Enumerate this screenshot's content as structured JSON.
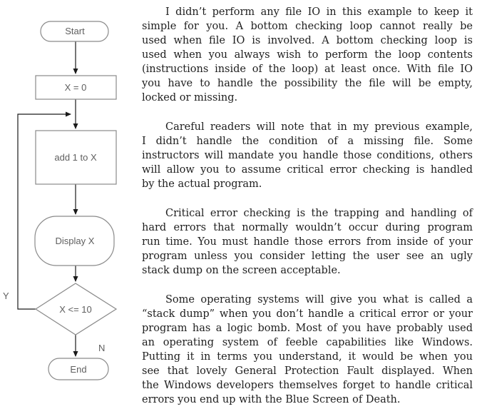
{
  "flowchart": {
    "nodes": [
      {
        "id": "start",
        "type": "terminator",
        "label": "Start"
      },
      {
        "id": "init",
        "type": "process",
        "label": "X = 0"
      },
      {
        "id": "add",
        "type": "process",
        "label": "add 1 to X"
      },
      {
        "id": "display",
        "type": "display",
        "label": "Display X"
      },
      {
        "id": "decision",
        "type": "decision",
        "label": "X <= 10"
      },
      {
        "id": "end",
        "type": "terminator",
        "label": "End"
      }
    ],
    "branch_labels": {
      "yes": "Y",
      "no": "N"
    },
    "colors": {
      "shape_border": "#8a8a8a",
      "shape_fill": "#ffffff",
      "shape_label": "#5f5f5f",
      "connector": "#1a1a1a"
    }
  },
  "article": {
    "text_color": "#1e1e1e",
    "paragraphs": [
      {
        "lines": [
          "I didn’t perform any file IO in this example to keep it",
          "simple for you.  A bottom checking loop cannot really be",
          "used when file IO is involved.  A bottom checking loop is",
          "used when you always wish to perform the loop contents",
          "(instructions inside of the loop) at least once.  With file IO",
          "you have to handle the possibility the file will be empty,",
          "locked or missing."
        ]
      },
      {
        "lines": [
          "Careful readers will note that in my previous example,",
          "I didn’t handle the condition of a missing file.  Some",
          "instructors will mandate you handle those conditions, others",
          "will allow you to assume critical error checking is handled",
          "by the actual program."
        ]
      },
      {
        "lines": [
          "Critical error checking is the trapping and handling of",
          "hard errors that normally wouldn’t occur during program",
          "run time.  You must handle those errors from inside of your",
          "program unless you consider letting the user see an ugly",
          "stack dump on the screen acceptable."
        ]
      },
      {
        "lines": [
          "Some operating systems will give you what is called a",
          "“stack dump” when you don’t handle a critical error or your",
          "program has a logic bomb.  Most of you have probably used",
          "an operating system of feeble capabilities like Windows.",
          "Putting it in terms you understand, it would be when you",
          "see that lovely General Protection Fault displayed.  When",
          "the Windows developers themselves forget to handle critical",
          "errors you end up with the Blue Screen of Death."
        ]
      }
    ]
  }
}
